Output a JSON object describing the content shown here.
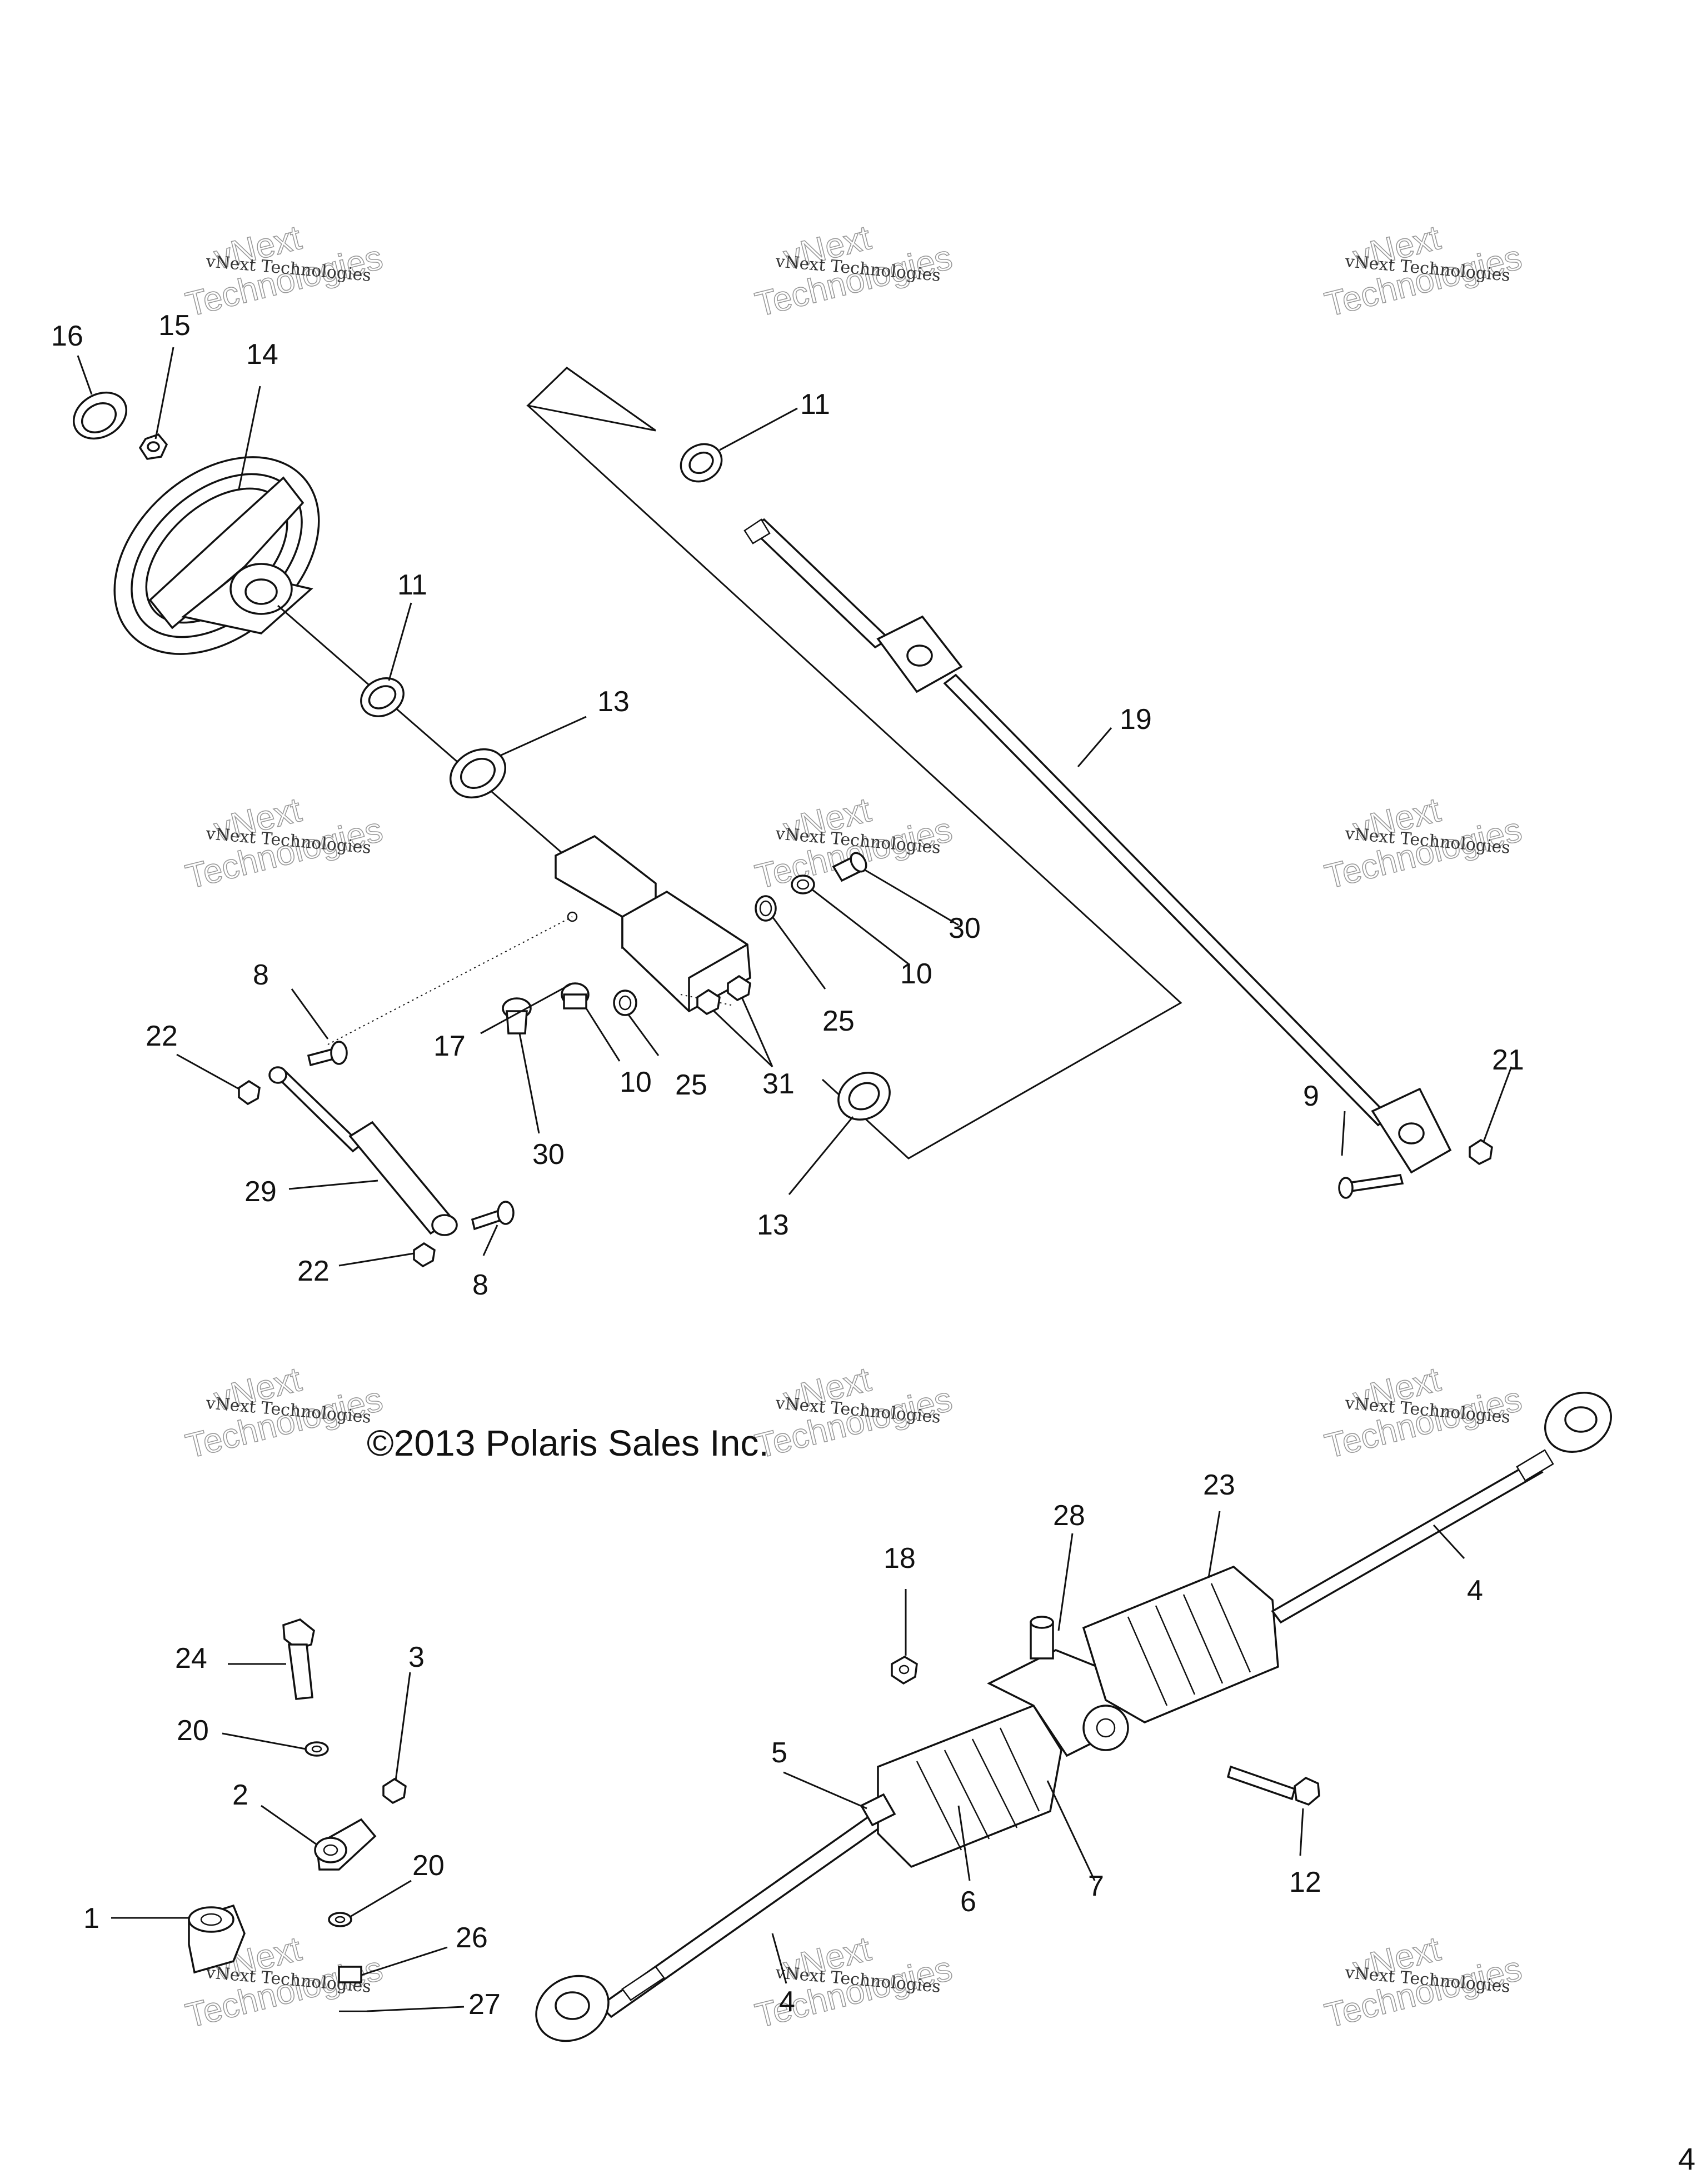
{
  "copyright": "©2013 Polaris Sales Inc.",
  "page_number": "4",
  "watermark": {
    "line1": "vNext Technologies",
    "line2": "vNext",
    "line3": "Technologies"
  },
  "callouts": {
    "c1": "1",
    "c2": "2",
    "c3": "3",
    "c4a": "4",
    "c4b": "4",
    "c5": "5",
    "c6": "6",
    "c7": "7",
    "c8a": "8",
    "c8b": "8",
    "c9": "9",
    "c10a": "10",
    "c10b": "10",
    "c11a": "11",
    "c11b": "11",
    "c12": "12",
    "c13a": "13",
    "c13b": "13",
    "c14": "14",
    "c15": "15",
    "c16": "16",
    "c17": "17",
    "c18": "18",
    "c19": "19",
    "c20a": "20",
    "c20b": "20",
    "c21": "21",
    "c22a": "22",
    "c22b": "22",
    "c23": "23",
    "c24": "24",
    "c25a": "25",
    "c25b": "25",
    "c26": "26",
    "c27": "27",
    "c28": "28",
    "c29": "29",
    "c30a": "30",
    "c30b": "30",
    "c31": "31"
  }
}
